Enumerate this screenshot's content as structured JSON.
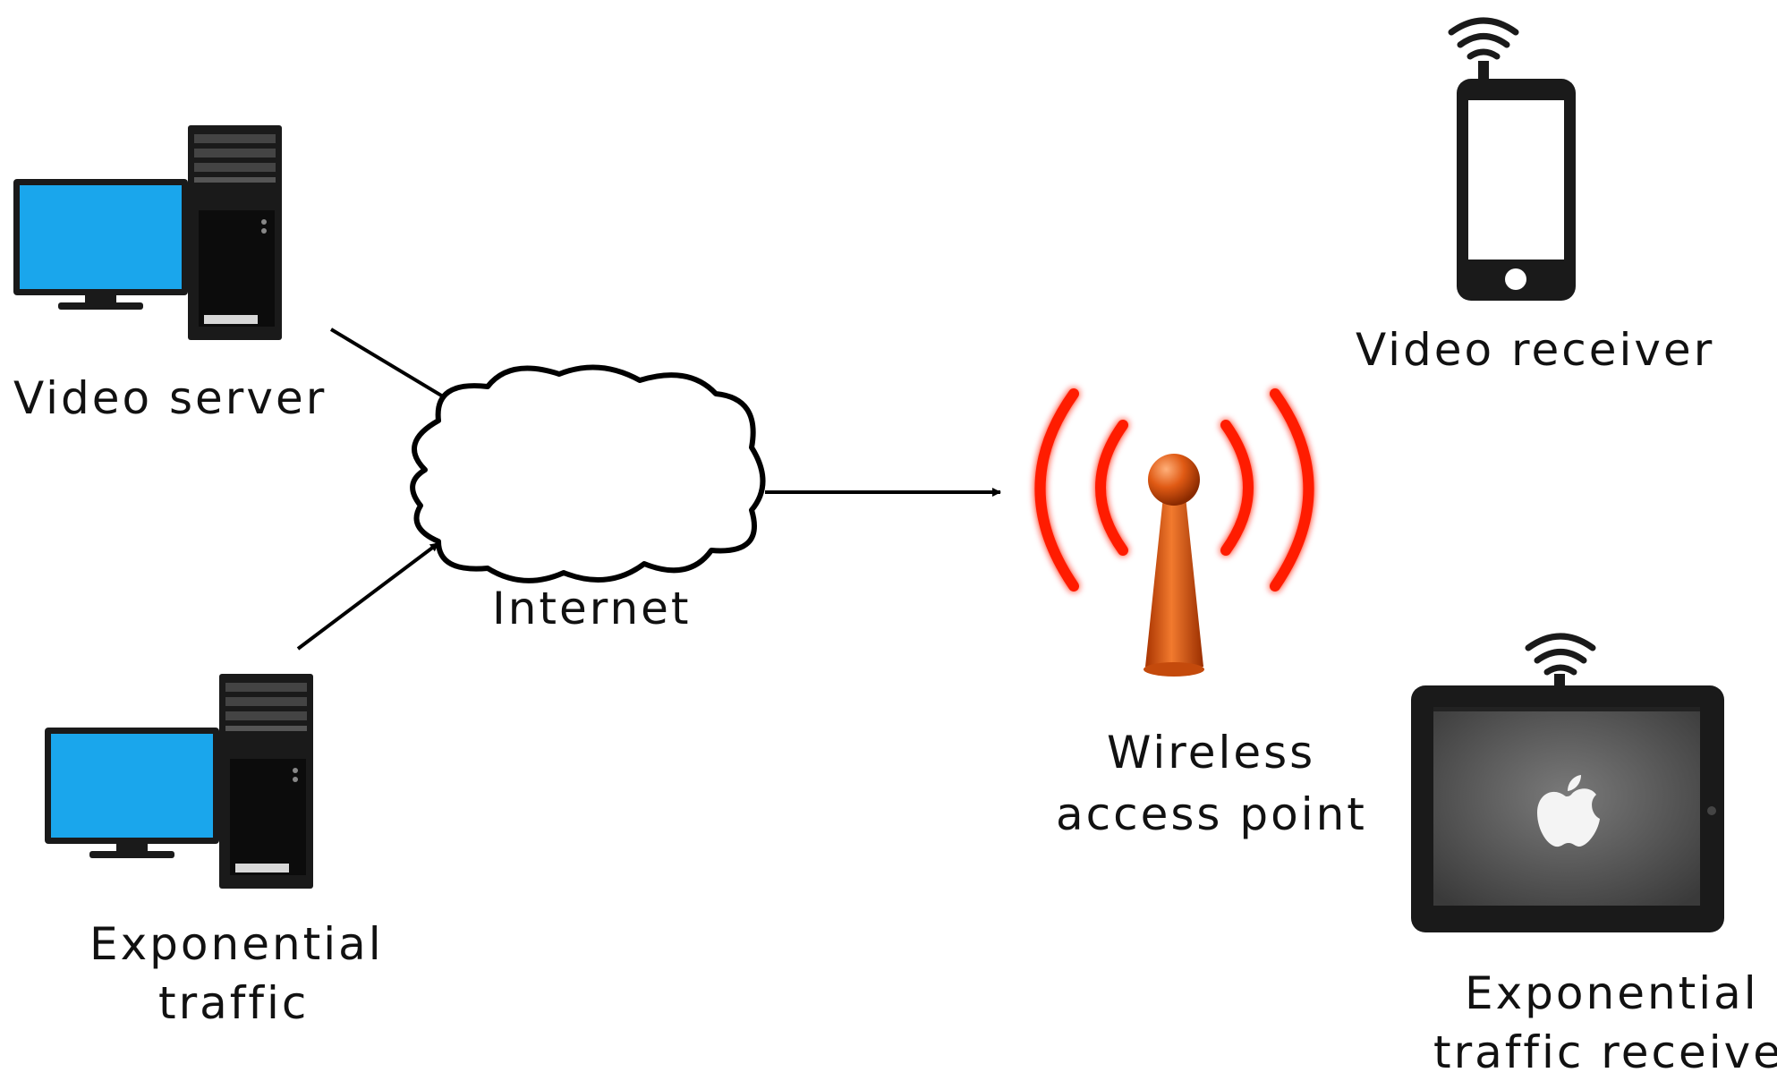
{
  "labels": {
    "video_server": "Video server",
    "exponential_traffic_1": "Exponential",
    "exponential_traffic_2": "traffic",
    "internet": "Internet",
    "wireless_ap_1": "Wireless",
    "wireless_ap_2": "access point",
    "video_receiver": "Video receiver",
    "exp_receiver_1": "Exponential",
    "exp_receiver_2": "traffic receiver"
  },
  "colors": {
    "monitor_screen": "#1aa6ec",
    "computer_body": "#1a1a1a",
    "antenna": "#d9480f",
    "signal_waves": "#ff1a00",
    "arrow": "#000000",
    "tablet_screen": "#5a5a5a"
  },
  "icons": [
    "desktop-computer-icon",
    "cloud-icon",
    "antenna-icon",
    "smartphone-icon",
    "tablet-icon",
    "wifi-icon",
    "apple-logo-icon"
  ]
}
